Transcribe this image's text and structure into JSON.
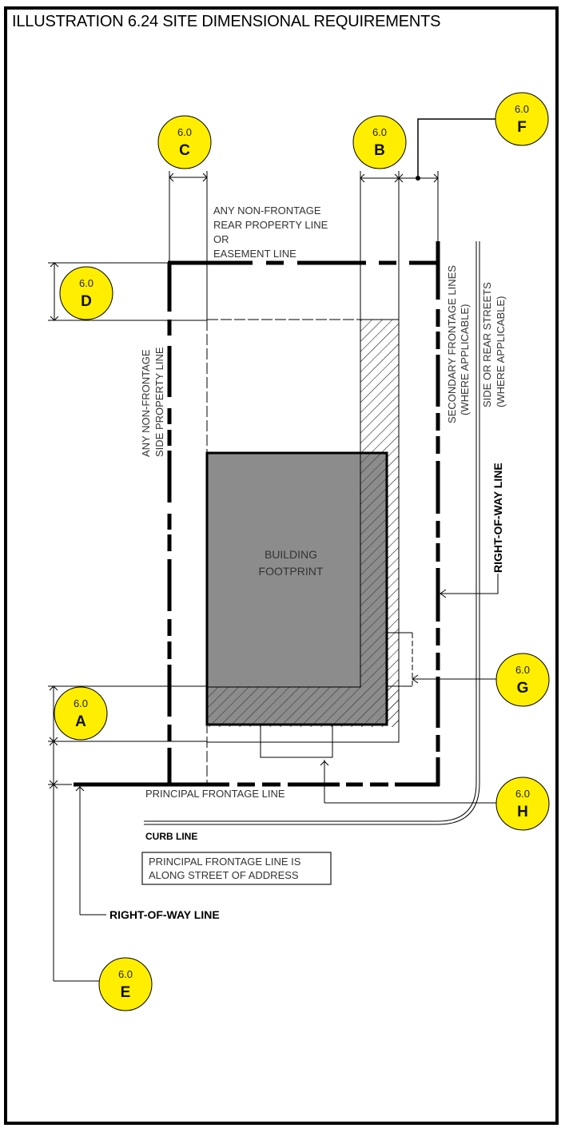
{
  "title": "ILLUSTRATION 6.24 SITE DIMENSIONAL REQUIREMENTS",
  "colors": {
    "bubble_fill": "#ffee00",
    "building_fill": "#8c8c8c",
    "line": "#000000",
    "text": "#333333"
  },
  "bubbles": [
    {
      "id": "A",
      "section": "6.0",
      "letter": "A"
    },
    {
      "id": "B",
      "section": "6.0",
      "letter": "B"
    },
    {
      "id": "C",
      "section": "6.0",
      "letter": "C"
    },
    {
      "id": "D",
      "section": "6.0",
      "letter": "D"
    },
    {
      "id": "E",
      "section": "6.0",
      "letter": "E"
    },
    {
      "id": "F",
      "section": "6.0",
      "letter": "F"
    },
    {
      "id": "G",
      "section": "6.0",
      "letter": "G"
    },
    {
      "id": "H",
      "section": "6.0",
      "letter": "H"
    }
  ],
  "labels": {
    "rear_line": [
      "ANY NON-FRONTAGE",
      "REAR PROPERTY LINE",
      "OR",
      "EASEMENT LINE"
    ],
    "side_line": [
      "ANY NON-FRONTAGE",
      "SIDE PROPERTY LINE"
    ],
    "secondary_frontage": [
      "SECONDARY FRONTAGE LINES",
      "(WHERE APPLICABLE)"
    ],
    "side_rear_streets": [
      "SIDE OR REAR STREETS",
      "(WHERE APPLICABLE)"
    ],
    "row_right": "RIGHT-OF-WAY LINE",
    "building": [
      "BUILDING",
      "FOOTPRINT"
    ],
    "principal_frontage": "PRINCIPAL FRONTAGE LINE",
    "curb_line": "CURB LINE",
    "note_box": [
      "PRINCIPAL FRONTAGE LINE IS",
      "ALONG STREET OF ADDRESS"
    ],
    "row_bottom": "RIGHT-OF-WAY LINE"
  }
}
